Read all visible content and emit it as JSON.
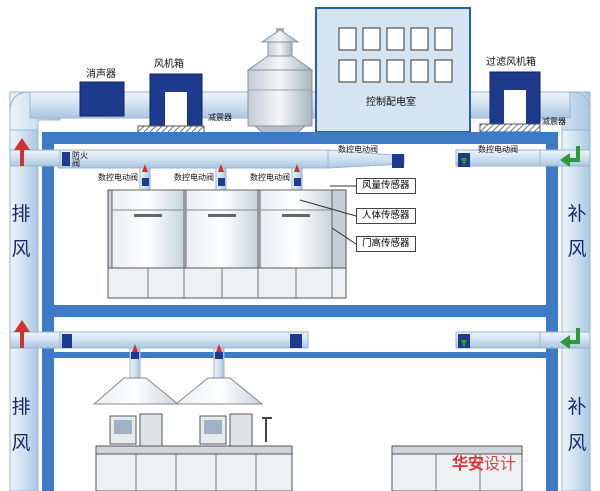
{
  "labels": {
    "silencer": "消声器",
    "fan_box": "风机箱",
    "scrubber_left": "减震器",
    "control_room": "控制配电室",
    "filter_fan_box": "过滤风机箱",
    "scrubber_right": "减震器",
    "fire_damper": "防火阀",
    "cnc_valve_top_right": "数控电动阀",
    "cnc_valve_right": "数控电动阀",
    "cnc_valve_hood_1": "数控电动阀",
    "cnc_valve_hood_2": "数控电动阀",
    "cnc_valve_hood_3": "数控电动阀",
    "exhaust_char1_upper": "排",
    "exhaust_char2_upper": "风",
    "supply_char1_upper": "补",
    "supply_char2_upper": "风",
    "exhaust_char1_lower": "排",
    "exhaust_char2_lower": "风",
    "supply_char1_lower": "补",
    "supply_char2_lower": "风"
  },
  "callouts": {
    "air_volume_sensor": "风量传感器",
    "body_sensor": "人体传感器",
    "sash_height_sensor": "门高传感器"
  },
  "watermark": {
    "logo": "华安",
    "rest": "设计"
  },
  "colors": {
    "frame_blue": "#3f7bc4",
    "duct_light": "#d6e6f4",
    "navy_box": "#1e3a8c",
    "exhaust_arrow": "#d33030",
    "supply_arrow": "#2c9a3a"
  }
}
